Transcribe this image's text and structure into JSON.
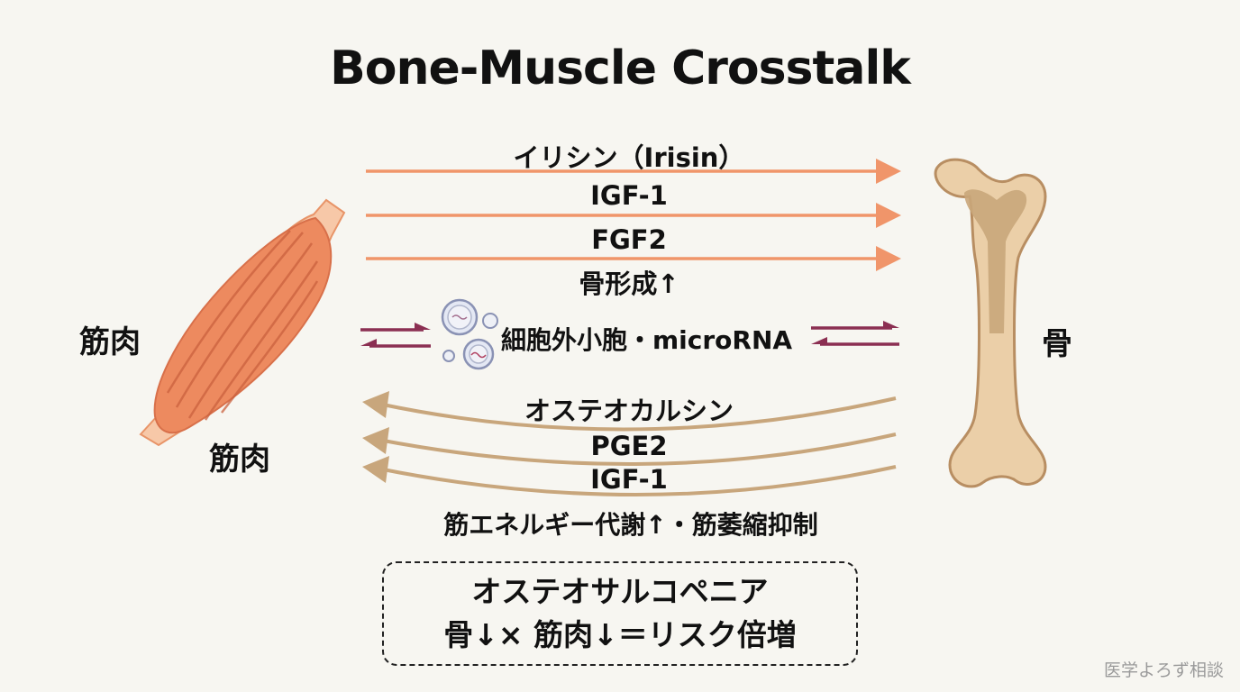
{
  "title": "Bone-Muscle Crosstalk",
  "muscle_label_left": "筋肉",
  "muscle_label_bottom": "筋肉",
  "bone_label": "骨",
  "muscle_to_bone": {
    "signals": [
      "イリシン（Irisin）",
      "IGF-1",
      "FGF2"
    ],
    "effect": "骨形成↑",
    "color": "#f0956a"
  },
  "bidirectional": {
    "label": "細胞外小胞・microRNA",
    "color": "#8b2f52"
  },
  "bone_to_muscle": {
    "signals": [
      "オステオカルシン",
      "PGE2",
      "IGF-1"
    ],
    "effect": "筋エネルギー代謝↑・筋萎縮抑制",
    "color": "#c8a67c"
  },
  "summary": {
    "line1": "オステオサルコペニア",
    "line2": "骨↓× 筋肉↓＝リスク倍増"
  },
  "watermark": "医学よろず相談"
}
